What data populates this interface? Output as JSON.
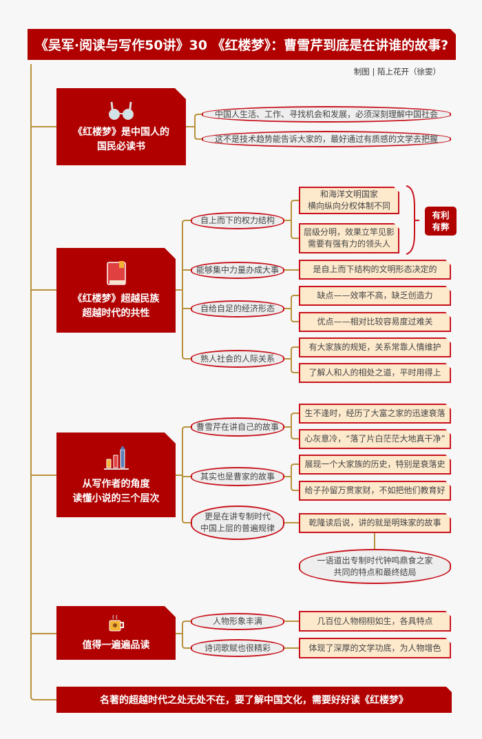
{
  "title": "《吴军·阅读与写作50讲》30 《红楼梦》：曹雪芹到底是在讲谁的故事?",
  "credit": "制图 | 陌上花开（徐雯）",
  "sections": [
    {
      "title": "《红楼梦》是中国人的\n国民必读书",
      "icon": "glasses-icon",
      "points": [
        "中国人生活、工作、寻找机会和发展，必须深刻理解中国社会",
        "这不是技术趋势能告诉大家的，最好通过有质感的文学去把握"
      ]
    },
    {
      "title": "《红楼梦》超越民族\n超越时代的共性",
      "icon": "book-icon",
      "topics": [
        {
          "label": "自上而下的权力结构",
          "details": [
            "和海洋文明国家\n横向纵向分权体制不同",
            "层级分明，效果立竿见影\n需要有强有力的领头人"
          ],
          "tag": "有利\n有弊"
        },
        {
          "label": "能够集中力量办成大事",
          "details": [
            "是自上而下结构的文明形态决定的"
          ]
        },
        {
          "label": "自给自足的经济形态",
          "details": [
            "缺点——效率不高，缺乏创造力",
            "优点——相对比较容易度过难关"
          ]
        },
        {
          "label": "熟人社会的人际关系",
          "details": [
            "有大家族的规矩，关系常靠人情维护",
            "了解人和人的相处之道，平时用得上"
          ]
        }
      ]
    },
    {
      "title": "从写作者的角度\n读懂小说的三个层次",
      "icon": "bar-chart-icon",
      "topics": [
        {
          "label": "曹雪芹在讲自己的故事",
          "details": [
            "生不逢时，经历了大富之家的迅速衰落",
            "心灰意冷，“落了片白茫茫大地真干净”"
          ]
        },
        {
          "label": "其实也是曹家的故事",
          "details": [
            "展现一个大家族的历史，特别是衰落史",
            "给子孙留万贯家财，不如把他们教育好"
          ]
        },
        {
          "label": "更是在讲专制时代\n中国上层的普遍规律",
          "details": [
            "乾隆读后说，讲的就是明珠家的故事"
          ],
          "conclusion": "一语道出专制时代钟鸣鼎食之家\n共同的特点和最终结局"
        }
      ]
    },
    {
      "title": "值得一遍遍品读",
      "icon": "coffee-cup-icon",
      "topics": [
        {
          "label": "人物形象丰满",
          "details": [
            "几百位人物栩栩如生，各具特点"
          ]
        },
        {
          "label": "诗词歌赋也很精彩",
          "details": [
            "体现了深厚的文学功底，为人物增色"
          ]
        }
      ]
    }
  ],
  "footer": "名著的超越时代之处无处不在，要了解中国文化，需要好好读《红楼梦》",
  "colors": {
    "red": "#b00000",
    "gold": "#b8913a",
    "detail_bg": "#fde9cc",
    "pill_bg": "#eeeeee"
  }
}
